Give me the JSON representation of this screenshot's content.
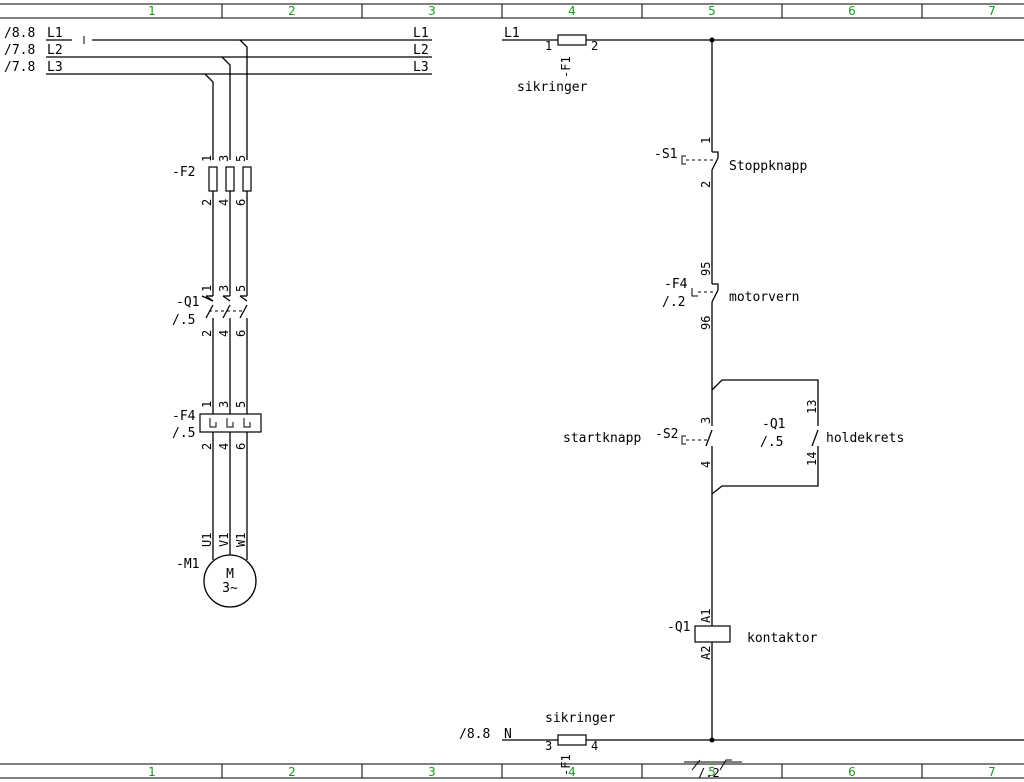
{
  "frame": {
    "columns": [
      "1",
      "2",
      "3",
      "4",
      "5",
      "6",
      "7"
    ]
  },
  "power_circuit": {
    "supply": [
      {
        "ref": "/8.8",
        "phase_left": "L1",
        "phase_right": "L1"
      },
      {
        "ref": "/7.8",
        "phase_left": "L2",
        "phase_right": "L2"
      },
      {
        "ref": "/7.8",
        "phase_left": "L3",
        "phase_right": "L3"
      }
    ],
    "fuses": {
      "tag": "-F2",
      "top_pins": [
        "1",
        "3",
        "5"
      ],
      "bottom_pins": [
        "2",
        "4",
        "6"
      ]
    },
    "contactor": {
      "tag": "-Q1",
      "ref": "/.5",
      "top_pins": [
        "1",
        "3",
        "5"
      ],
      "bottom_pins": [
        "2",
        "4",
        "6"
      ]
    },
    "overload": {
      "tag": "-F4",
      "ref": "/.5",
      "top_pins": [
        "1",
        "3",
        "5"
      ],
      "bottom_pins": [
        "2",
        "4",
        "6"
      ]
    },
    "motor": {
      "tag": "-M1",
      "terminals": [
        "U1",
        "V1",
        "W1"
      ],
      "symbol_top": "M",
      "symbol_bottom": "3~"
    }
  },
  "control_circuit": {
    "top_phase": "L1",
    "top_fuse": {
      "tag": "-F1",
      "pin_left": "1",
      "pin_right": "2",
      "label": "sikringer"
    },
    "stop_button": {
      "tag": "-S1",
      "pin_top": "1",
      "pin_bottom": "2",
      "label": "Stoppknapp"
    },
    "motor_protection": {
      "tag": "-F4",
      "ref": "/.2",
      "pin_top": "95",
      "pin_bottom": "96",
      "label": "motorvern"
    },
    "start_button": {
      "tag": "-S2",
      "pin_top": "3",
      "pin_bottom": "4",
      "label": "startknapp"
    },
    "holding_contact": {
      "tag": "-Q1",
      "ref": "/.5",
      "pin_top": "13",
      "pin_bottom": "14",
      "label": "holdekrets"
    },
    "coil": {
      "tag": "-Q1",
      "pin_top": "A1",
      "pin_bottom": "A2",
      "label": "kontaktor"
    },
    "bottom_ref": "/8.8",
    "bottom_phase": "N",
    "bottom_fuse": {
      "tag": "-F1",
      "pin_left": "3",
      "pin_right": "4",
      "label": "sikringer"
    },
    "crossref": "/.2"
  }
}
